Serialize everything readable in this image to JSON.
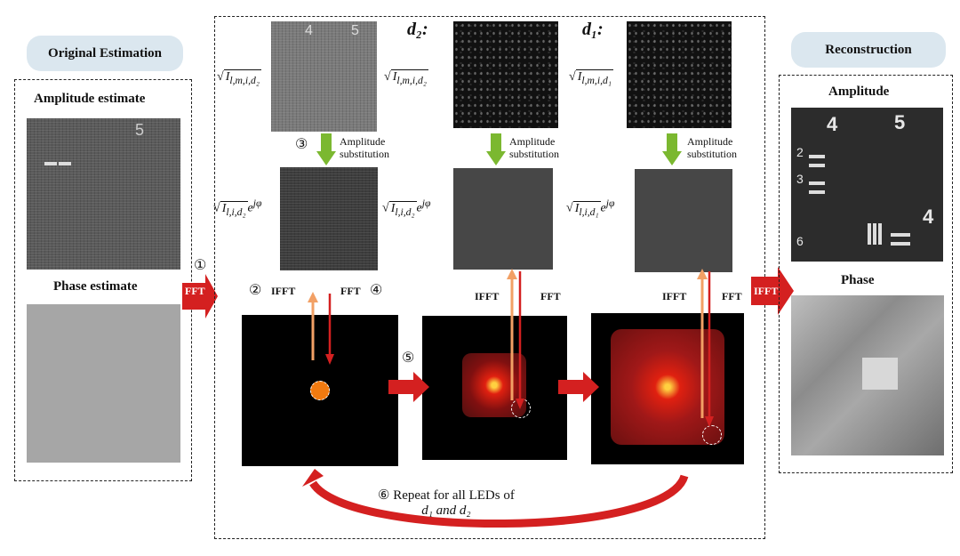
{
  "left": {
    "title": "Original Estimation",
    "amplitude_label": "Amplitude estimate",
    "phase_label": "Phase estimate"
  },
  "right": {
    "title": "Reconstruction",
    "amplitude_label": "Amplitude",
    "phase_label": "Phase"
  },
  "center": {
    "d2_label": "d₂:",
    "d1_label": "d₁:",
    "amp_sub_line1": "Amplitude",
    "amp_sub_line2": "substitution",
    "fft": "FFT",
    "ifft": "IFFT",
    "step1": "①",
    "step2": "②",
    "step3": "③",
    "step4": "④",
    "step5": "⑤",
    "step6": "⑥",
    "repeat_line1": "Repeat for all LEDs of",
    "repeat_line2": "d₁ and d₂",
    "meas_d2": "I",
    "meas_d2_sub": "l,m,i,d₂",
    "meas_d1_sub": "l,m,i,d₁",
    "est_d2_sub": "l,i,d₂",
    "est_d1_sub": "l,i,d₁",
    "exp": "jφ",
    "e": "e"
  },
  "target_numbers": {
    "four": "4",
    "five": "5",
    "two": "2",
    "three": "3",
    "six": "6"
  },
  "colors": {
    "pill": "#dbe7ef",
    "red_arrow": "#d42020",
    "green_arrow": "#7bb830",
    "orange_arrow": "#f2a065"
  }
}
